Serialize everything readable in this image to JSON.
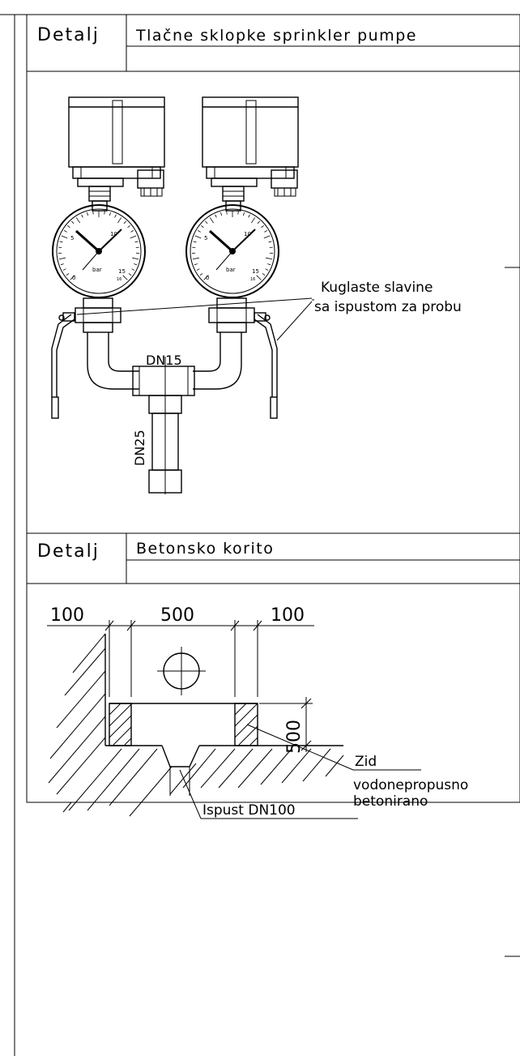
{
  "detail1": {
    "label": "Detalj",
    "title": "Tlačne sklopke sprinkler pumpe"
  },
  "pump_drawing": {
    "gauge_unit": "bar",
    "gauge_scale": [
      "0",
      "5",
      "10",
      "15",
      "16"
    ],
    "callout_line1": "Kuglaste slavine",
    "callout_line2": "sa ispustom za probu",
    "pipe_horizontal": "DN15",
    "pipe_vertical": "DN25"
  },
  "detail2": {
    "label": "Detalj",
    "title": "Betonsko korito"
  },
  "trough_drawing": {
    "dim_left": "100",
    "dim_center": "500",
    "dim_right": "100",
    "dim_height": "500",
    "wall_label": "Zid",
    "wall_note1": "vodonepropusno",
    "wall_note2": "betonirano",
    "drain_label": "Ispust DN100"
  }
}
